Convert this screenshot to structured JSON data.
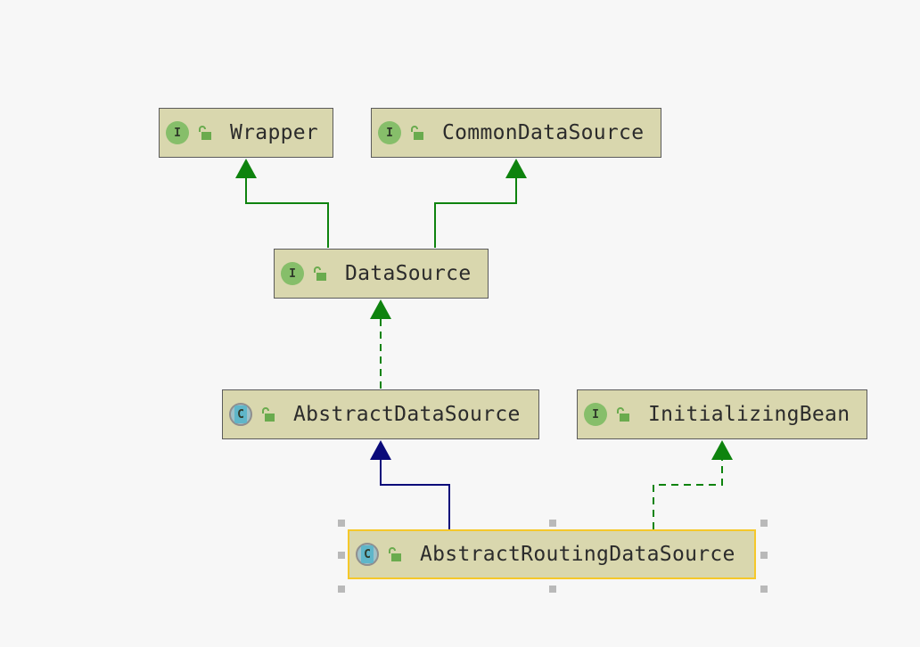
{
  "diagram": {
    "nodes": [
      {
        "id": "wrapper",
        "kind": "interface",
        "badge": "I",
        "label": "Wrapper"
      },
      {
        "id": "common-data-source",
        "kind": "interface",
        "badge": "I",
        "label": "CommonDataSource"
      },
      {
        "id": "data-source",
        "kind": "interface",
        "badge": "I",
        "label": "DataSource"
      },
      {
        "id": "abstract-data-source",
        "kind": "class",
        "badge": "C",
        "label": "AbstractDataSource"
      },
      {
        "id": "initializing-bean",
        "kind": "interface",
        "badge": "I",
        "label": "InitializingBean"
      },
      {
        "id": "abstract-routing-data-source",
        "kind": "class",
        "badge": "C",
        "label": "AbstractRoutingDataSource",
        "selected": true
      }
    ],
    "edges": [
      {
        "from": "data-source",
        "to": "wrapper",
        "type": "extends-interface"
      },
      {
        "from": "data-source",
        "to": "common-data-source",
        "type": "extends-interface"
      },
      {
        "from": "abstract-data-source",
        "to": "data-source",
        "type": "implements"
      },
      {
        "from": "abstract-routing-data-source",
        "to": "abstract-data-source",
        "type": "extends-class"
      },
      {
        "from": "abstract-routing-data-source",
        "to": "initializing-bean",
        "type": "implements"
      }
    ],
    "colors": {
      "node_fill": "#d9d7ae",
      "node_border": "#5b5b5b",
      "selected_border": "#f5c82a",
      "interface_edge": "#0e830e",
      "class_edge": "#0a0a7a",
      "interface_badge": "#86be6a",
      "class_badge": "#5fb6c9",
      "lock": "#6aab4e"
    },
    "icons": {
      "visibility": "open-lock-icon"
    }
  }
}
